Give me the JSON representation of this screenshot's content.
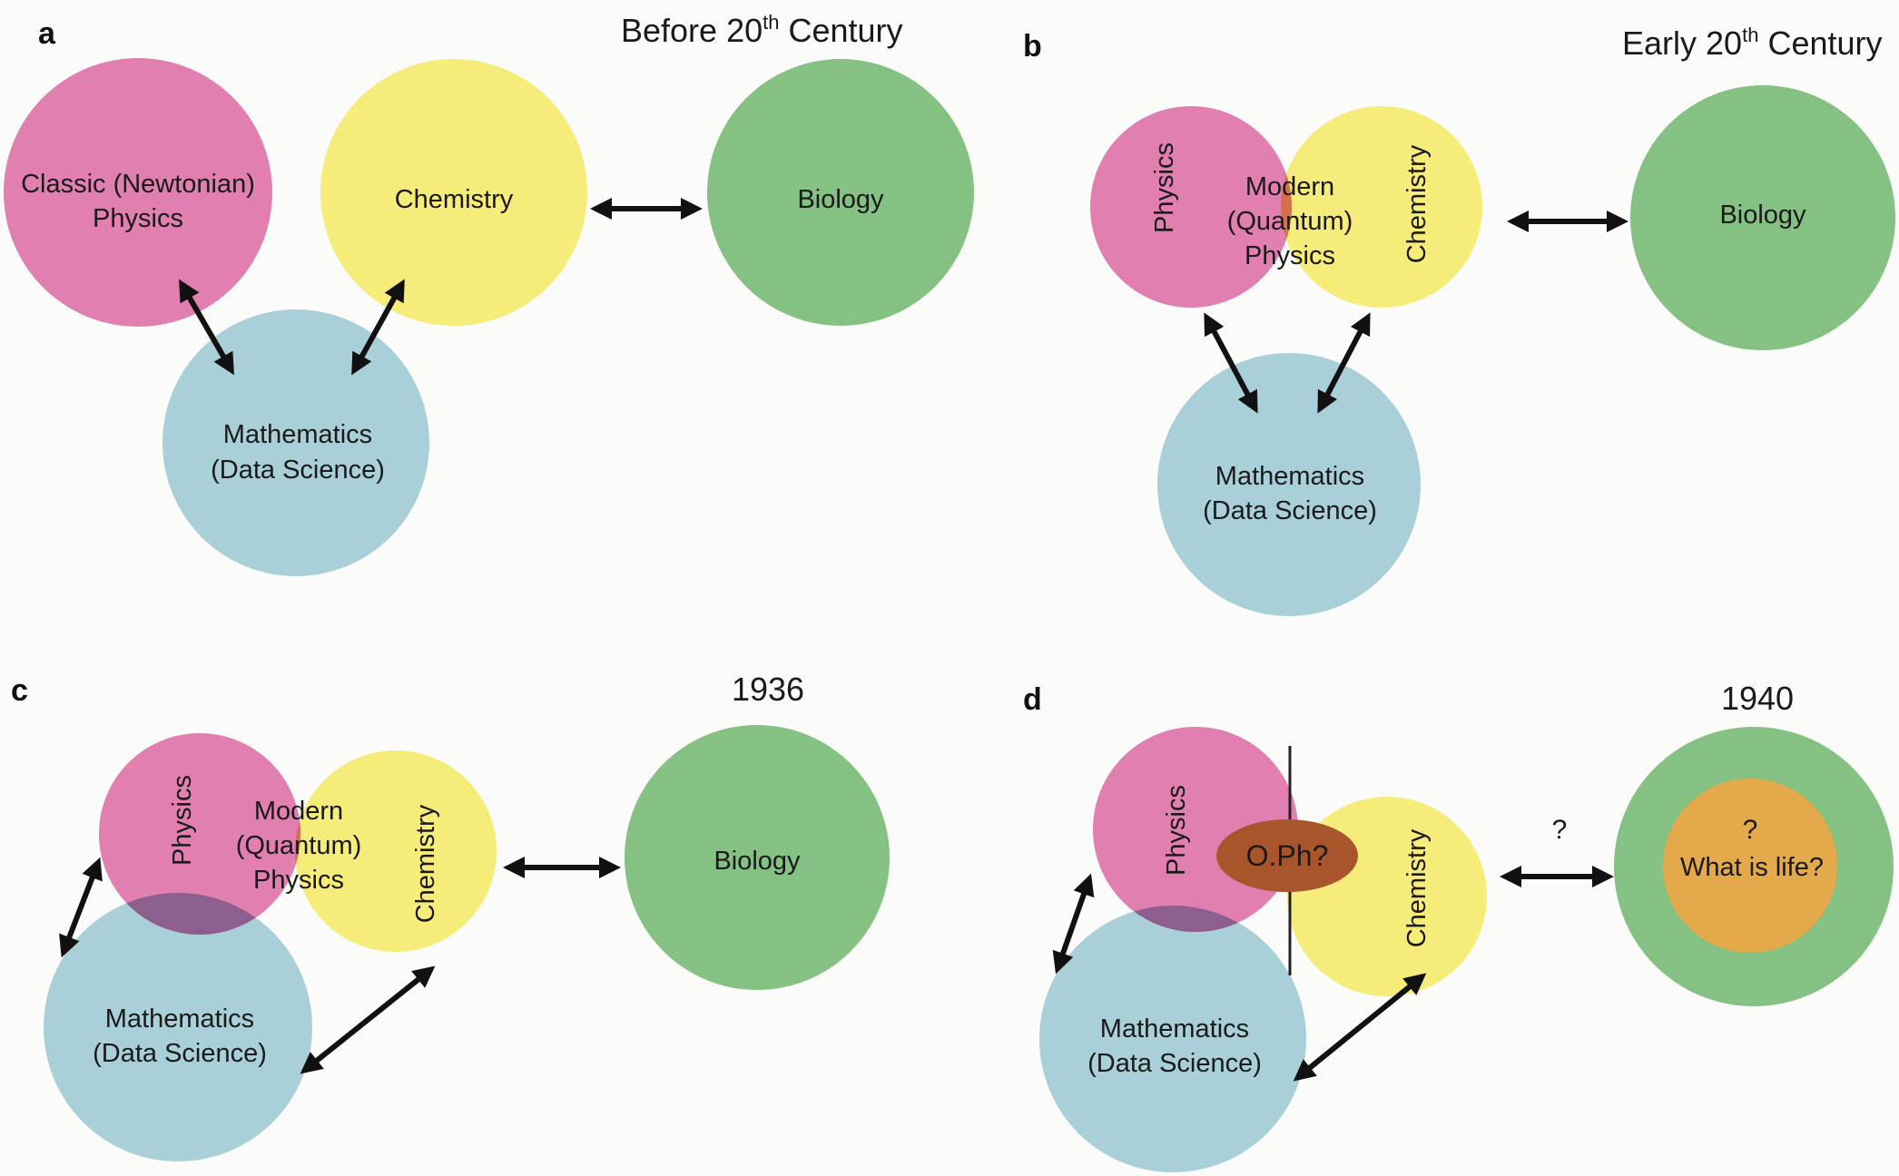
{
  "colors": {
    "physics": "#e07fb0",
    "chemistry": "#f5ec7a",
    "biology": "#84c183",
    "mathematics": "#a9d0d8",
    "quantum_overlap": "#d6704a",
    "math_physics_overlap": "#8d5f8f",
    "oph_ellipse": "#a9552b",
    "life_core": "#e4a94a",
    "arrow": "#111111"
  },
  "panels": {
    "a": {
      "letter": "a",
      "era_main": "Before 20",
      "era_sup": "th",
      "era_tail": " Century",
      "physics_line1": "Classic (Newtonian)",
      "physics_line2": "Physics",
      "chemistry": "Chemistry",
      "biology": "Biology",
      "math_line1": "Mathematics",
      "math_line2": "(Data Science)"
    },
    "b": {
      "letter": "b",
      "era_main": "Early 20",
      "era_sup": "th",
      "era_tail": " Century",
      "physics": "Physics",
      "chemistry": "Chemistry",
      "overlap_line1": "Modern",
      "overlap_line2": "(Quantum)",
      "overlap_line3": "Physics",
      "biology": "Biology",
      "math_line1": "Mathematics",
      "math_line2": "(Data Science)"
    },
    "c": {
      "letter": "c",
      "era": "1936",
      "physics": "Physics",
      "chemistry": "Chemistry",
      "overlap_line1": "Modern",
      "overlap_line2": "(Quantum)",
      "overlap_line3": "Physics",
      "biology": "Biology",
      "math_line1": "Mathematics",
      "math_line2": "(Data Science)"
    },
    "d": {
      "letter": "d",
      "era": "1940",
      "physics": "Physics",
      "chemistry": "Chemistry",
      "oph": "O.Ph?",
      "question_arrow": "?",
      "life_line1": "?",
      "life_line2": "What is life?",
      "math_line1": "Mathematics",
      "math_line2": "(Data Science)"
    }
  }
}
